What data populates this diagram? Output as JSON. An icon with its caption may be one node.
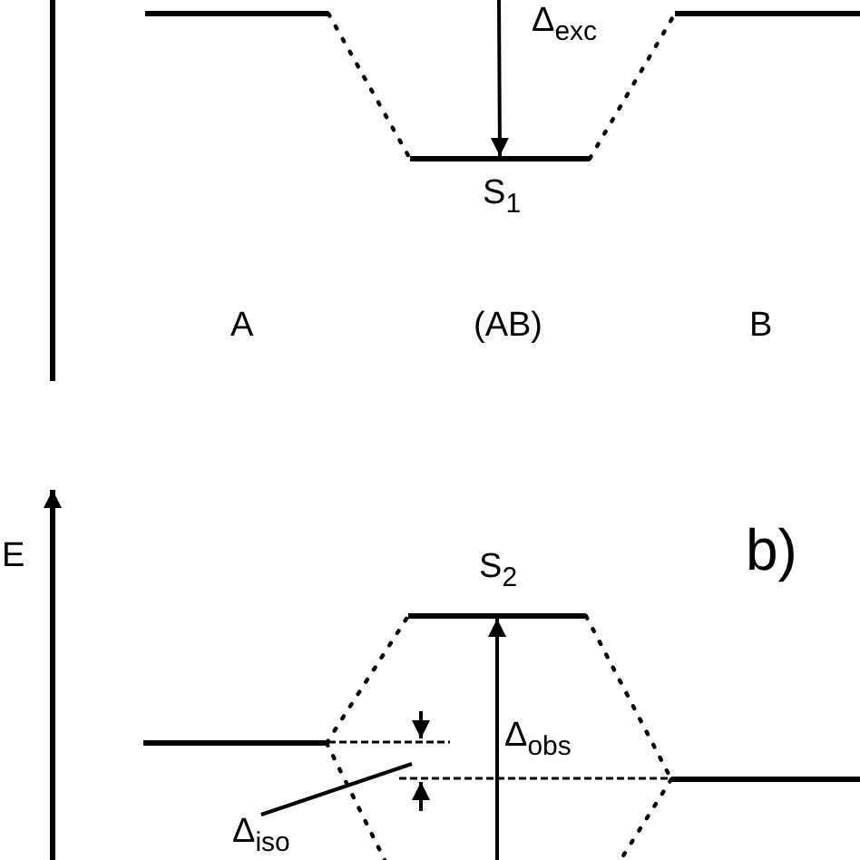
{
  "diagram": {
    "nodes": [
      {
        "text": [],
        "shape": "bar"
      },
      {
        "text": [],
        "shape": "bar",
        "beside": [
          "S$_{1}$"
        ]
      },
      {
        "text": [],
        "shape": "bar"
      },
      {
        "text": [],
        "shape": "bar",
        "beside": [
          "S$_{2}$"
        ]
      },
      {
        "text": [],
        "shape": "bar"
      },
      {
        "text": [],
        "shape": "bar"
      },
      {
        "text": [
          "Δ$_{iso}$"
        ]
      }
    ],
    "edges": [
      {
        "from": 0,
        "to": 1,
        "arrow": "none",
        "style": "dashed"
      },
      {
        "from": 1,
        "to": 2,
        "arrow": "none",
        "style": "dashed"
      },
      {
        "from": null,
        "to": 1,
        "arrow": "to",
        "label": "Δ$_{exc}$"
      },
      {
        "from": 4,
        "to": 3,
        "arrow": "none",
        "style": "dashed"
      },
      {
        "from": 3,
        "to": 5,
        "arrow": "none",
        "style": "dashed"
      },
      {
        "from": 4,
        "to": null,
        "arrow": "none",
        "style": "dashed"
      },
      {
        "from": 5,
        "to": null,
        "arrow": "none",
        "style": "dashed"
      },
      {
        "from": null,
        "to": 3,
        "arrow": "to",
        "label": "Δ$_{obs}$"
      },
      {
        "from": 6,
        "to": null,
        "arrow": "none"
      }
    ],
    "labels": [
      "A",
      "(AB)",
      "B",
      "E",
      "b)"
    ]
  }
}
